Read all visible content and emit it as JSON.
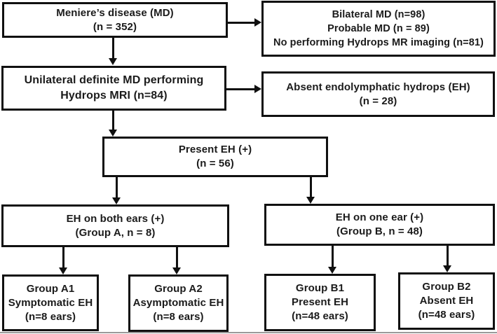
{
  "figure": {
    "type": "flowchart",
    "background_color": "#ffffff",
    "box_border_color": "#101010",
    "arrow_color": "#101010",
    "bottom_rule_color": "#9a9a9a"
  },
  "boxes": {
    "meniere": {
      "lines": [
        "Meniere’s disease (MD)",
        "(n = 352)"
      ]
    },
    "excluded": {
      "lines": [
        "Bilateral MD (n=98)",
        "Probable MD (n = 89)",
        "No performing Hydrops MR imaging (n=81)"
      ]
    },
    "unilateral": {
      "lines": [
        "Unilateral definite MD performing",
        "Hydrops MRI (n=84)"
      ]
    },
    "absent": {
      "lines": [
        "Absent endolymphatic hydrops (EH)",
        "(n = 28)"
      ]
    },
    "present": {
      "lines": [
        "Present EH (+)",
        "(n = 56)"
      ]
    },
    "group_a": {
      "lines": [
        "EH on both ears (+)",
        "(Group A, n = 8)"
      ]
    },
    "group_b": {
      "lines": [
        "EH on one ear (+)",
        "(Group B, n = 48)"
      ]
    },
    "group_a1": {
      "lines": [
        "Group A1",
        "Symptomatic EH",
        "(n=8 ears)"
      ]
    },
    "group_a2": {
      "lines": [
        "Group A2",
        "Asymptomatic EH",
        "(n=8 ears)"
      ]
    },
    "group_b1": {
      "lines": [
        "Group B1",
        "Present EH",
        "(n=48 ears)"
      ]
    },
    "group_b2": {
      "lines": [
        "Group B2",
        "Absent EH",
        "(n=48 ears)"
      ]
    }
  }
}
